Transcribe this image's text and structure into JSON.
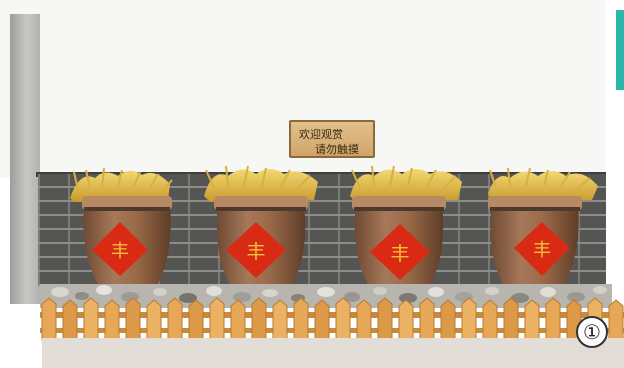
{
  "scene": {
    "description_free": true,
    "sign": {
      "line1": "欢迎观赏",
      "line2": "请勿触摸"
    },
    "jars": [
      {
        "label": "丰",
        "name": "jar-1"
      },
      {
        "label": "丰",
        "name": "jar-2"
      },
      {
        "label": "丰",
        "name": "jar-3"
      },
      {
        "label": "丰",
        "name": "jar-4"
      }
    ],
    "marker": "①",
    "colors": {
      "jar_body": "#9a6a48",
      "jar_rim": "#b88a64",
      "red_diamond": "#d92a14",
      "fence": "#e0a04e",
      "straw": "#e8c24a",
      "brick": "#555553"
    }
  }
}
